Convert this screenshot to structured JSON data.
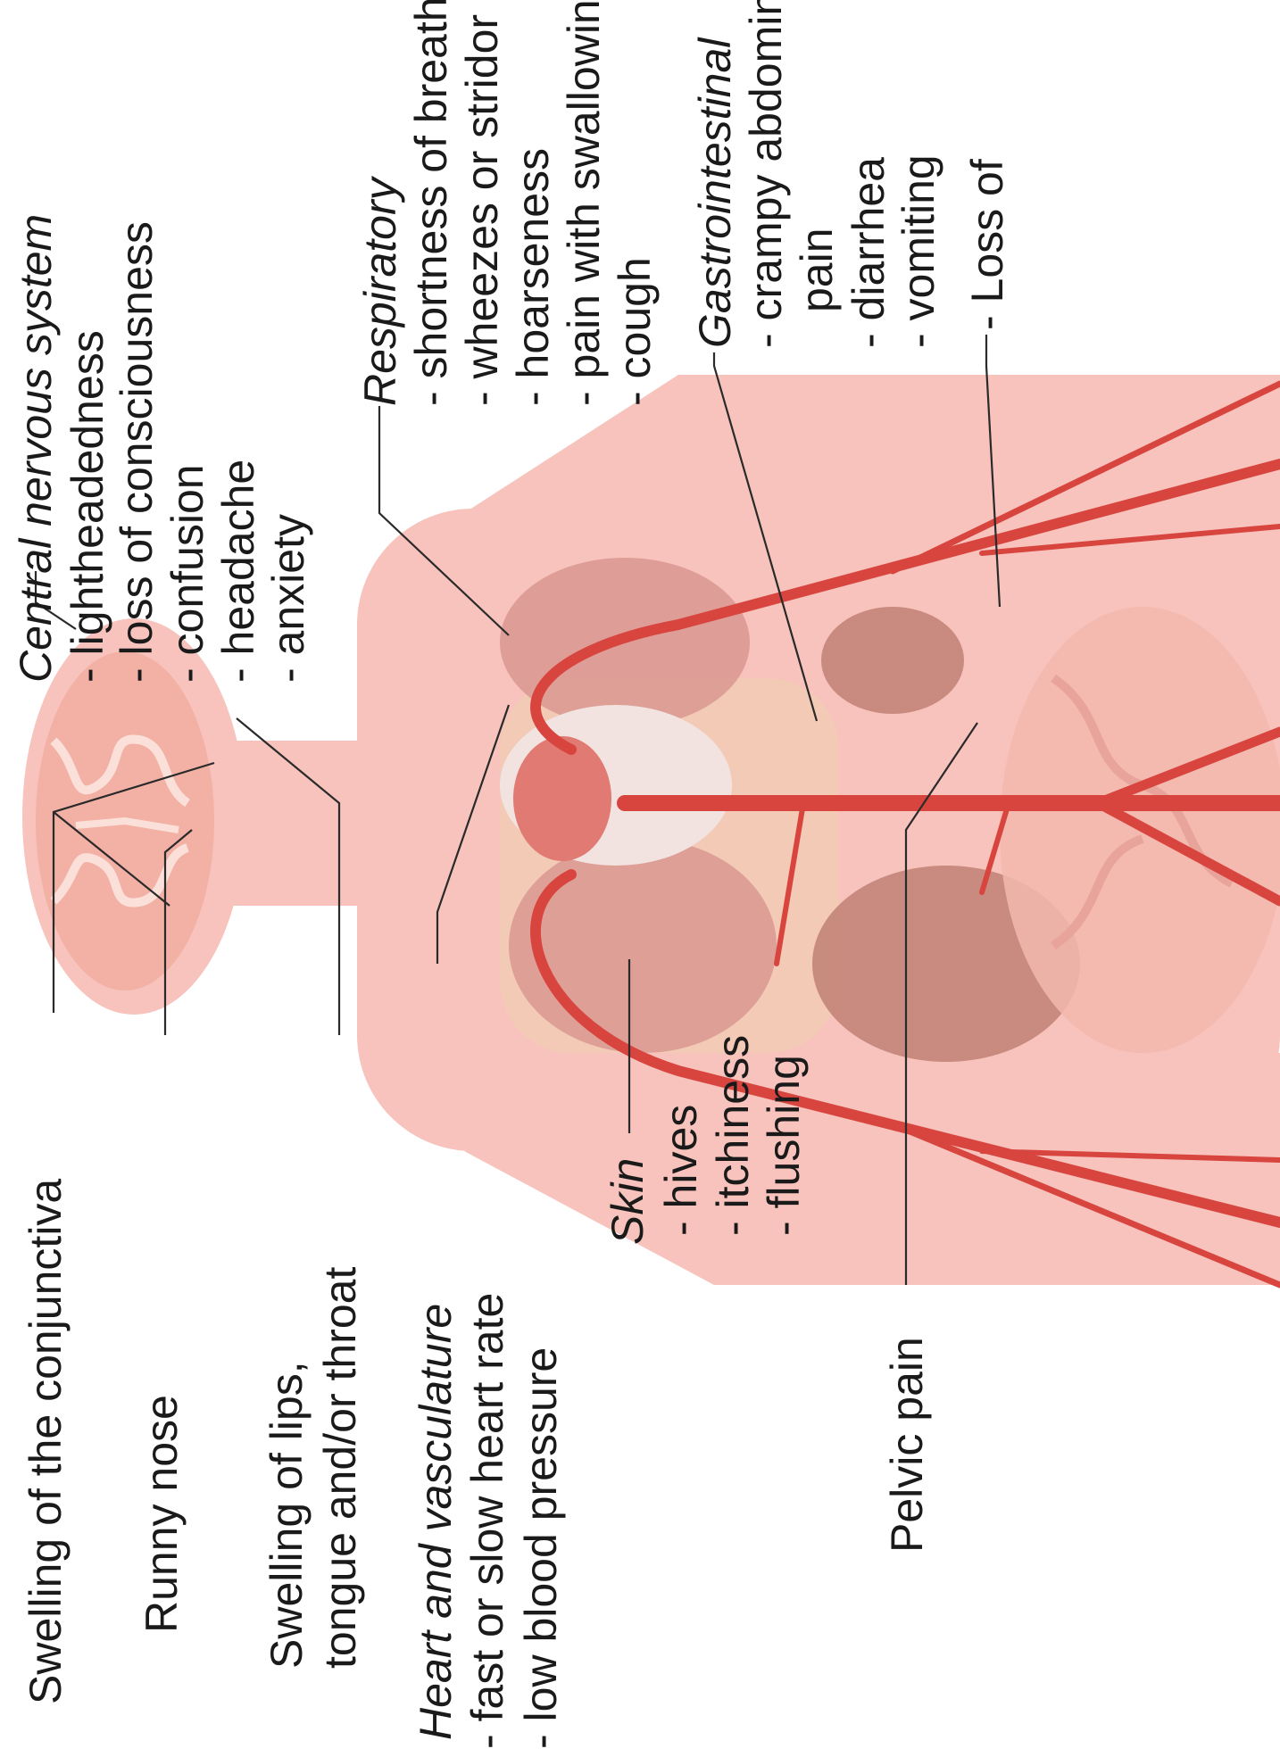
{
  "labels": {
    "conjunctiva": "Swelling of the conjunctiva",
    "runny_nose": "Runny nose",
    "swelling_line1": "Swelling of lips,",
    "swelling_line2": "tongue and/or throat",
    "heart": {
      "heading": "Heart and vasculature",
      "items": [
        "- fast or slow heart rate",
        "- low blood pressure"
      ]
    },
    "skin": {
      "heading": "Skin",
      "items": [
        "- hives",
        "- itchiness",
        "- flushing"
      ]
    },
    "pelvic": "Pelvic pain",
    "cns": {
      "heading": "Central nervous system",
      "items": [
        "- lightheadedness",
        "- loss of consciousness",
        "- confusion",
        "- headache",
        "- anxiety"
      ]
    },
    "respiratory": {
      "heading": "Respiratory",
      "items": [
        "- shortness of breath",
        "- wheezes or stridor",
        "- hoarseness",
        "- pain with swallowing",
        "- cough"
      ]
    },
    "gastro": {
      "heading": "Gastrointestinal",
      "items": [
        "- crampy abdominal",
        "pain",
        "- diarrhea",
        "- vomiting"
      ]
    },
    "loss": "- Loss of"
  },
  "colors": {
    "body": "#f7c3bc",
    "organ": "#eaa9a2",
    "artery": "#d8453f",
    "liver": "#b9776b"
  }
}
